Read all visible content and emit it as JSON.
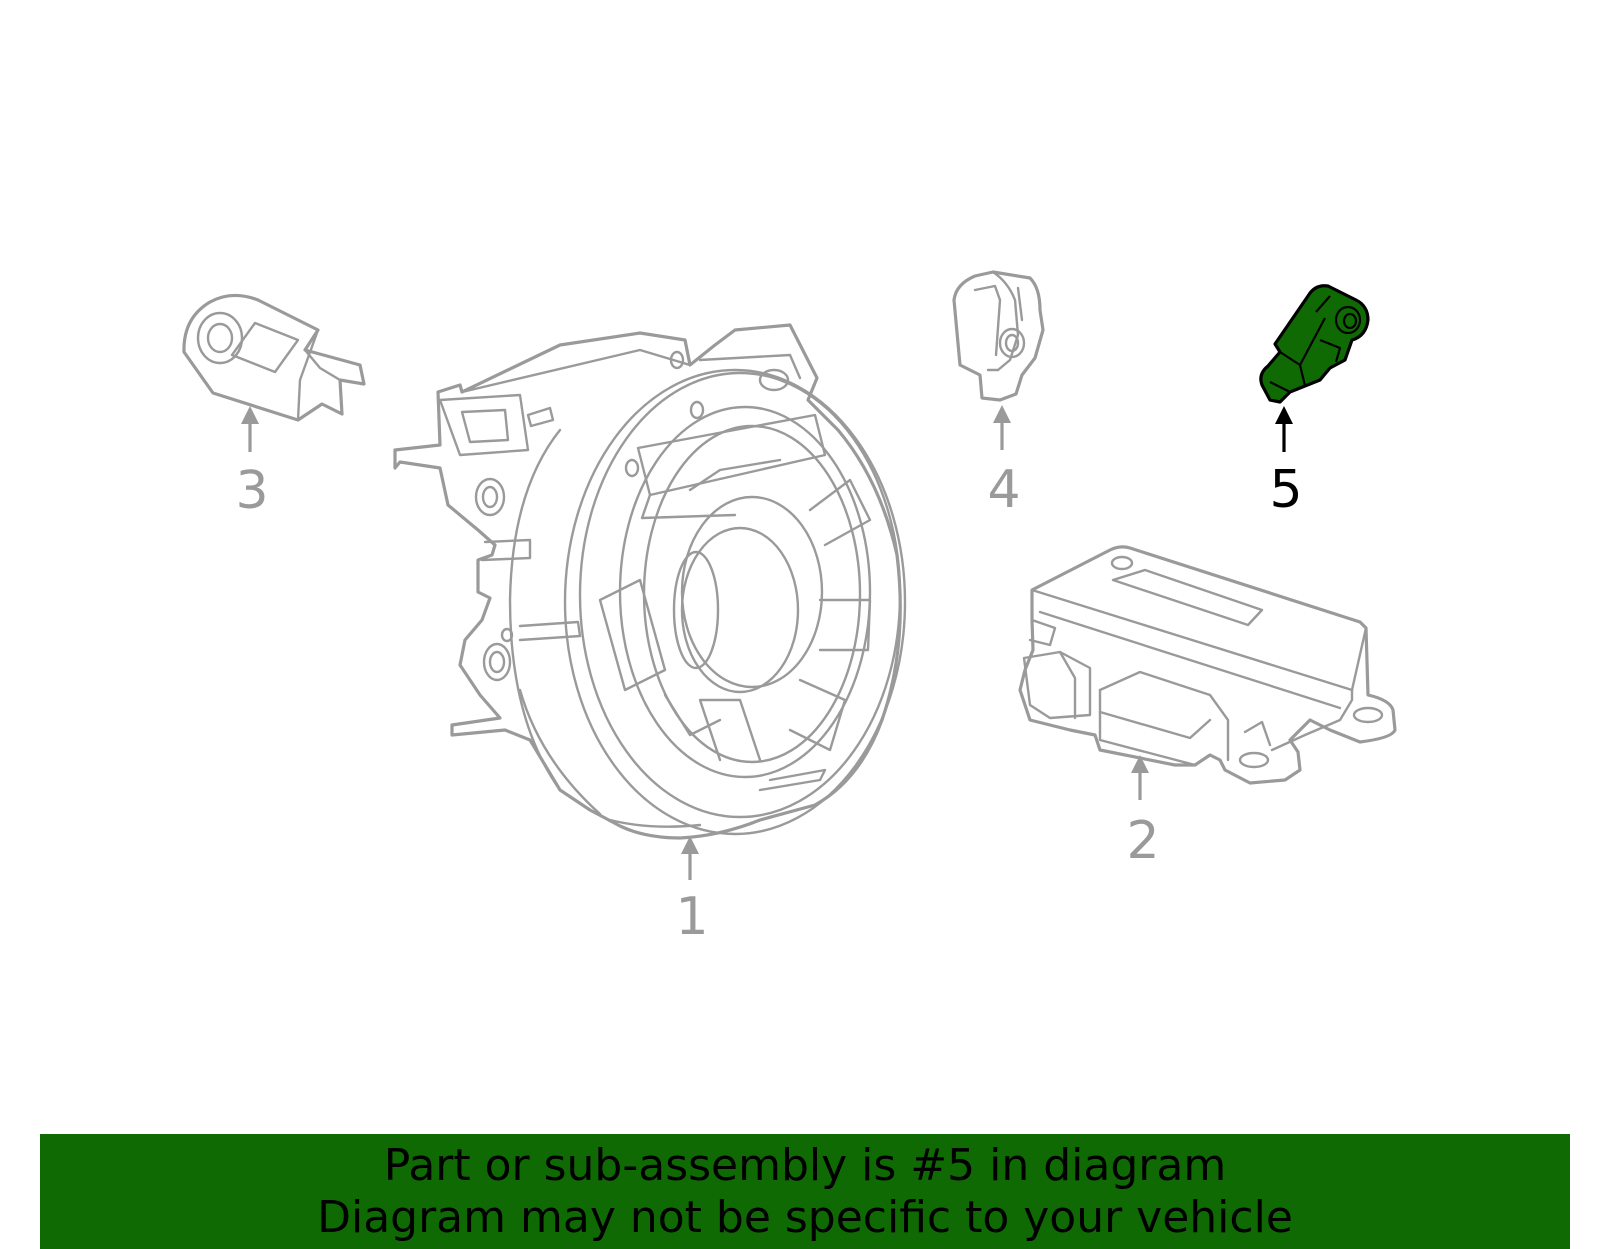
{
  "callouts": [
    {
      "number": "1"
    },
    {
      "number": "2"
    },
    {
      "number": "3"
    },
    {
      "number": "4"
    },
    {
      "number": "5",
      "selected": true
    }
  ],
  "banner": {
    "line1": "Part or sub-assembly is #5 in diagram",
    "line2": "Diagram may not be specific to your vehicle"
  },
  "colors": {
    "highlight": "#0f6a04",
    "outline": "#9a9a9a",
    "banner": "#0f6a04"
  }
}
